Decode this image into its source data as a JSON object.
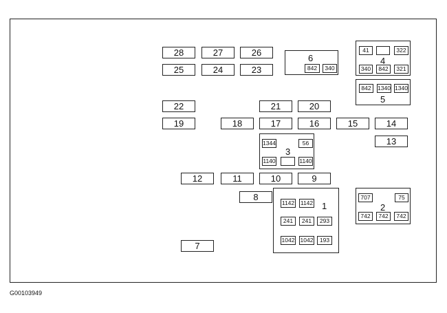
{
  "fuses": {
    "f28": "28",
    "f27": "27",
    "f26": "26",
    "f25": "25",
    "f24": "24",
    "f23": "23",
    "f22": "22",
    "f21": "21",
    "f20": "20",
    "f19": "19",
    "f18": "18",
    "f17": "17",
    "f16": "16",
    "f15": "15",
    "f14": "14",
    "f13": "13",
    "f12": "12",
    "f11": "11",
    "f10": "10",
    "f9": "9",
    "f8": "8",
    "f7": "7"
  },
  "relay_blocks": {
    "b6": {
      "label": "6",
      "cells": [
        "842",
        "340"
      ]
    },
    "b4": {
      "label": "4",
      "cells": [
        "41",
        "",
        "322",
        "340",
        "842",
        "321"
      ]
    },
    "b5": {
      "label": "5",
      "cells": [
        "842",
        "1340",
        "1340"
      ]
    },
    "b3": {
      "label": "3",
      "cells": [
        "1344",
        "56",
        "1140",
        "",
        "1140"
      ]
    },
    "b2": {
      "label": "2",
      "cells": [
        "707",
        "75",
        "742",
        "742",
        "742"
      ]
    },
    "b1": {
      "label": "1",
      "cells": [
        "1142",
        "1142",
        "241",
        "241",
        "293",
        "1042",
        "1042",
        "193"
      ]
    }
  },
  "caption": "G00103949"
}
